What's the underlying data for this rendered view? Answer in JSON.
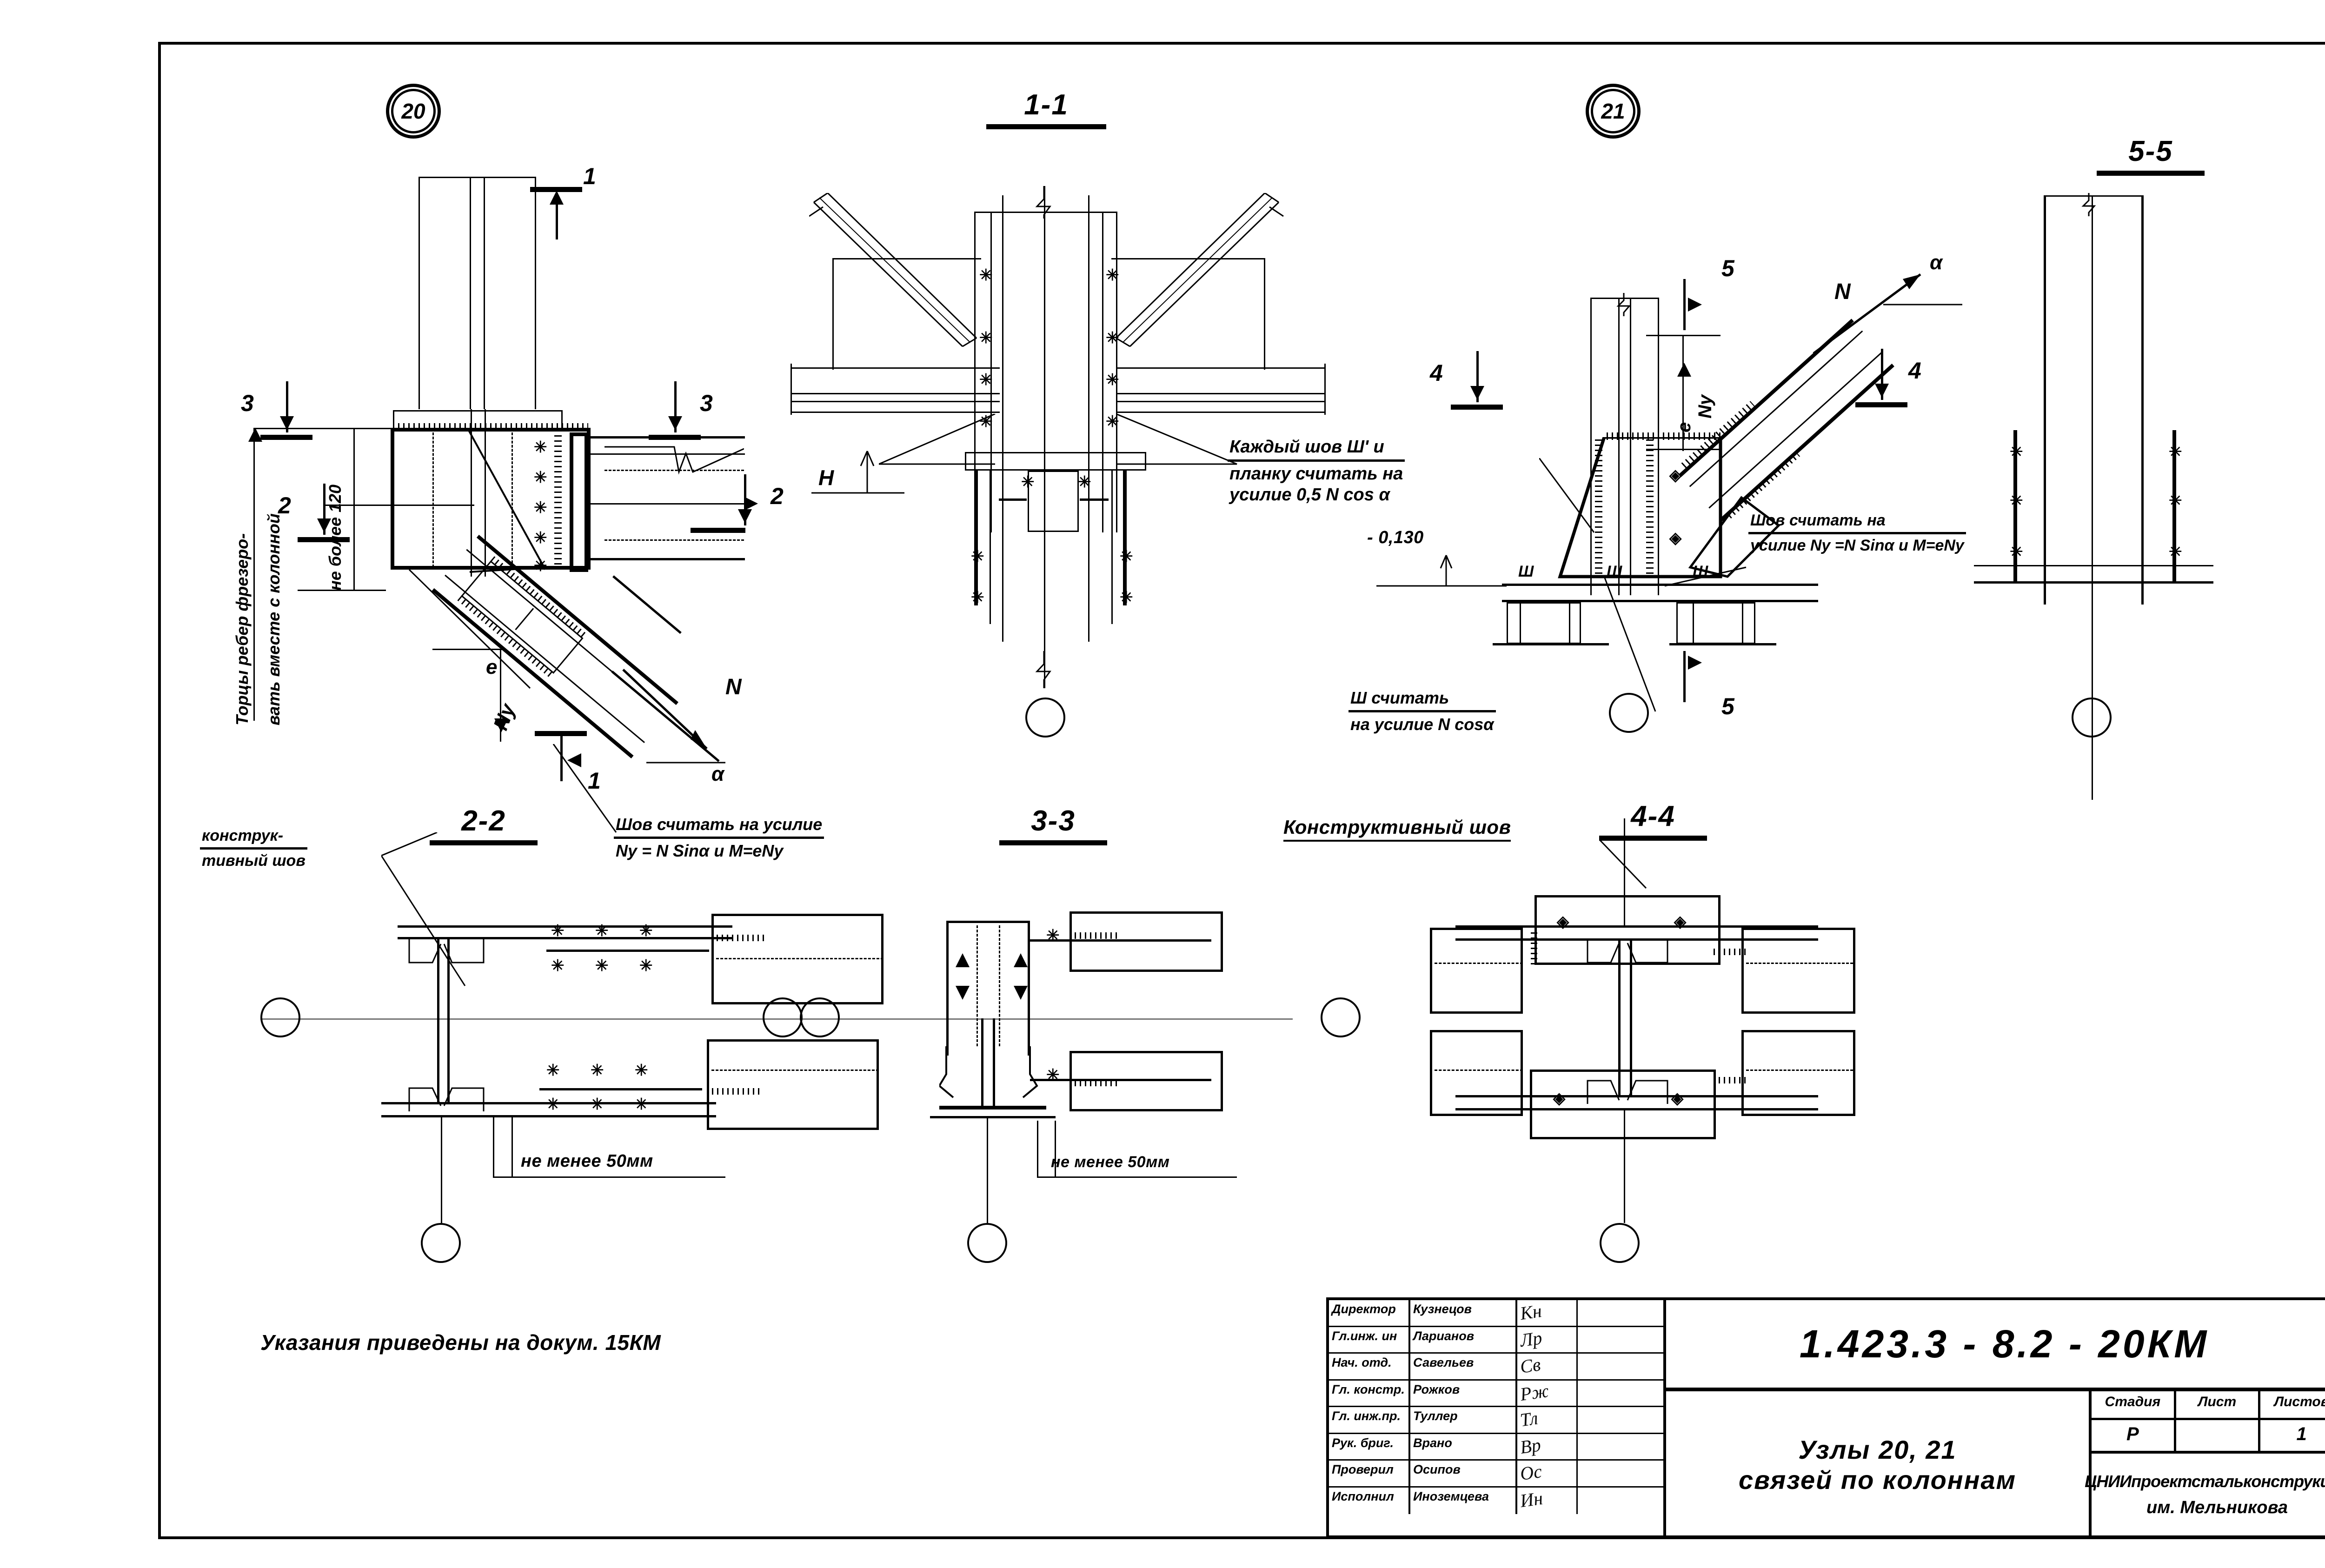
{
  "sheet": {
    "bottom_note": "Указания    приведены    на докум. 15КМ"
  },
  "nodes": [
    {
      "id": "20",
      "label": "20"
    },
    {
      "id": "21",
      "label": "21"
    }
  ],
  "section_captions": {
    "s11": "1-1",
    "s22": "2-2",
    "s33": "3-3",
    "s44": "4-4",
    "s55": "5-5"
  },
  "section_marks": {
    "m1": "1",
    "m2": "2",
    "m3": "3",
    "m4": "4",
    "m5": "5"
  },
  "labels": {
    "force_N": "N",
    "force_Ny": "Ny",
    "eccentricity_e": "e",
    "angle_alpha": "α",
    "height_H": "H",
    "weld_sh": "Ш",
    "weld_sh_prime": "Ш'"
  },
  "dimensions": {
    "milled_ribs": "Торцы ребер фрезеро-",
    "milled_ribs2": "вать вместе с колонной",
    "not_more_120": "не более 120",
    "min_50_left": "не менее 50мм",
    "min_50_mid": "не менее 50мм",
    "elevation": "- 0,130"
  },
  "notes": {
    "constructive_weld_left_l1": "конструк-",
    "constructive_weld_left_l2": "тивный шов",
    "constructive_weld_mid": "Конструктивный шов",
    "weld_force_l1": "Шов считать на усилие",
    "weld_force_l2": "Ny = N Sinα и M=eNy",
    "each_weld_l1": "Каждый   шов   Ш'  и",
    "each_weld_l2": "планку    считать   на",
    "each_weld_l3": "усилие  0,5 N cos α",
    "sh_force_l1": "Ш  считать",
    "sh_force_l2": "на  усилие  N cosα",
    "weld_force2_l1": "Шов считать  на",
    "weld_force2_l2": "усилие Ny =N Sinα и M=eNy"
  },
  "title_block": {
    "code": "1.423.3 - 8.2 - 20КМ",
    "title_line1": "Узлы  20, 21",
    "title_line2": "связей по колоннам",
    "stage_headers": [
      "Стадия",
      "Лист",
      "Листов"
    ],
    "stage_values": [
      "Р",
      "",
      "1"
    ],
    "organization_line1": "ЦНИИпроектстальконструкция",
    "organization_line2": "им. Мельникова",
    "people": [
      {
        "role": "Директор",
        "name": "Кузнецов",
        "signature": "Кн"
      },
      {
        "role": "Гл.инж. ин",
        "name": "Ларианов",
        "signature": "Лр"
      },
      {
        "role": "Нач. отд.",
        "name": "Савельев",
        "signature": "Св"
      },
      {
        "role": "Гл. констр.",
        "name": "Рожков",
        "signature": "Рж"
      },
      {
        "role": "Гл. инж.пр.",
        "name": "Туллер",
        "signature": "Тл"
      },
      {
        "role": "Рук. бриг.",
        "name": "Врано",
        "signature": "Вр"
      },
      {
        "role": "Проверил",
        "name": "Осипов",
        "signature": "Ос"
      },
      {
        "role": "Исполнил",
        "name": "Иноземцева",
        "signature": "Ин"
      }
    ]
  }
}
